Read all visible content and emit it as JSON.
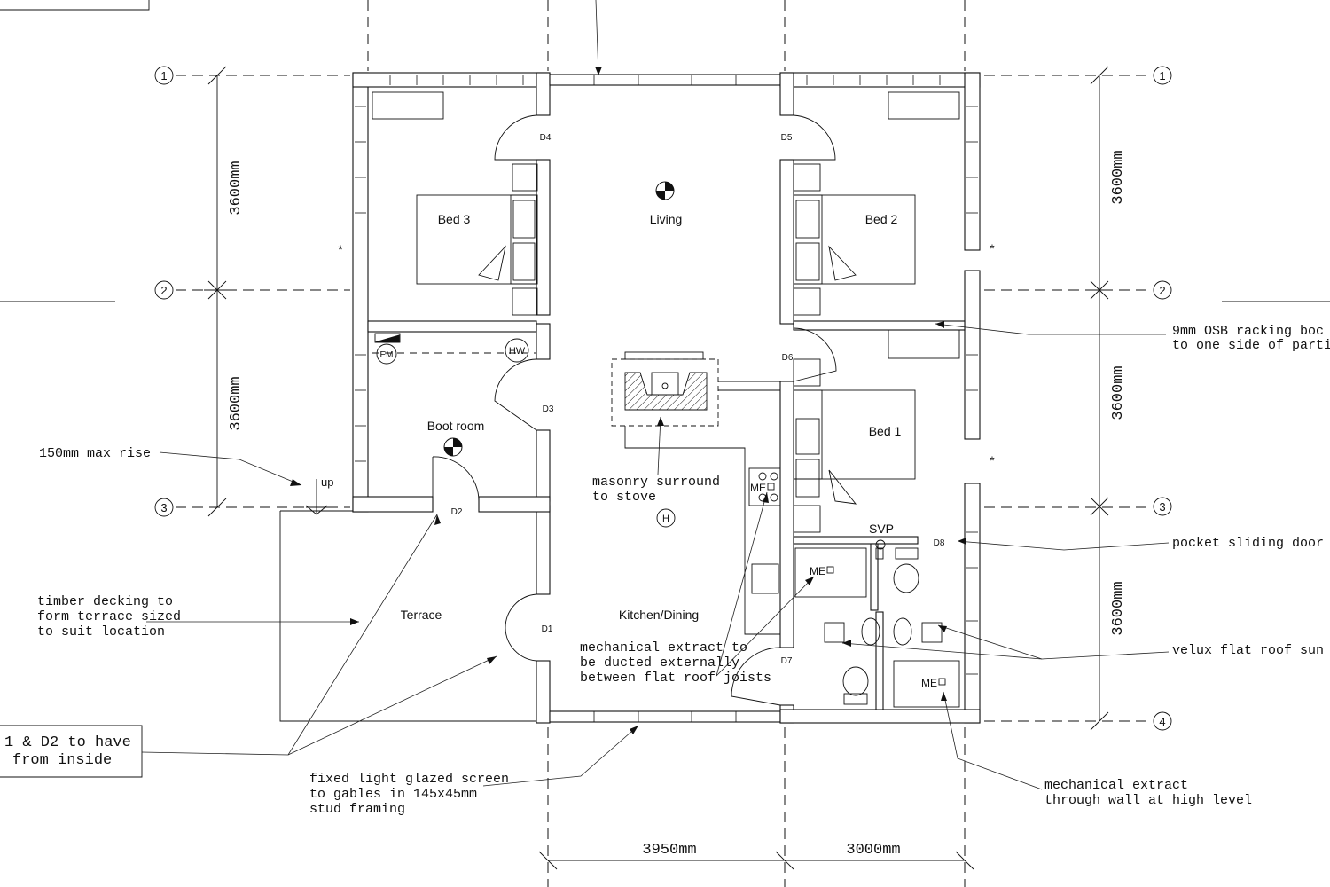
{
  "rooms": {
    "bed3": "Bed 3",
    "bed2": "Bed 2",
    "bed1": "Bed 1",
    "living": "Living",
    "boot_room": "Boot room",
    "terrace": "Terrace",
    "kitchen_dining": "Kitchen/Dining"
  },
  "doors": [
    "D1",
    "D2",
    "D3",
    "D4",
    "D5",
    "D6",
    "D7",
    "D8"
  ],
  "symbols": {
    "hot_water": "HW",
    "electric_meter": "EM",
    "heat": "H",
    "soil_vent_pipe": "SVP",
    "mechanical_extract": "ME",
    "step_up": "up",
    "asterisk": "*"
  },
  "grid_lines": [
    "1",
    "2",
    "3",
    "4"
  ],
  "dimensions": {
    "v_upper_left": "3600mm",
    "v_mid_left": "3600mm",
    "v_upper_right": "3600mm",
    "v_mid_right": "3600mm",
    "v_lower_right": "3600mm",
    "h_left": "3950mm",
    "h_right": "3000mm"
  },
  "notes": {
    "max_rise": "150mm max rise",
    "decking": [
      "timber decking to",
      "form terrace sized",
      "to suit location"
    ],
    "doors_note": [
      "1 & D2 to have",
      "from inside"
    ],
    "glazed_screen": [
      "fixed light glazed screen",
      "to gables in 145x45mm",
      "stud framing"
    ],
    "mech_extract_ducted": [
      "mechanical extract to",
      "be ducted externally",
      "between flat roof joists"
    ],
    "masonry": [
      "masonry surround",
      "to stove"
    ],
    "osb": [
      "9mm OSB racking boc",
      "to one side of partitic"
    ],
    "pocket_door": "pocket sliding door",
    "velux": "velux flat roof sun tur",
    "mech_extract_wall": [
      "mechanical extract",
      "through wall at high level"
    ]
  }
}
